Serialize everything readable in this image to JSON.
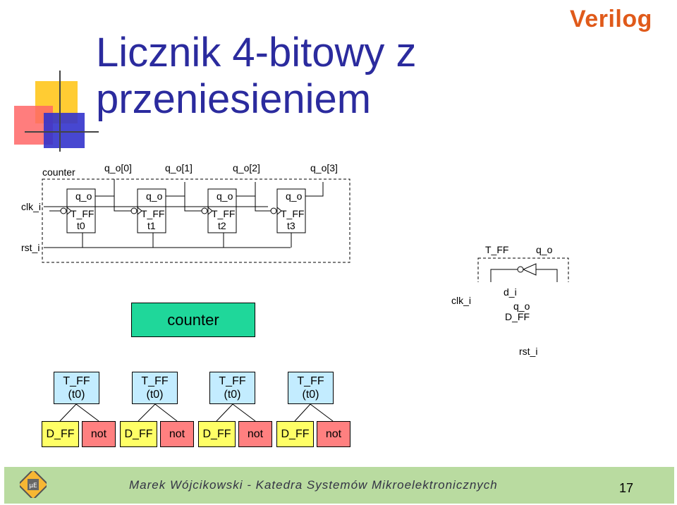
{
  "slide": {
    "title_line1": "Licznik 4-bitowy z",
    "title_line2": "przeniesieniem",
    "brand": "Verilog",
    "footer": "Marek Wójcikowski - Katedra Systemów Mikroelektronicznych",
    "page_number": "17"
  },
  "schematic": {
    "module_label": "counter",
    "outputs": [
      "q_o[0]",
      "q_o[1]",
      "q_o[2]",
      "q_o[3]"
    ],
    "clk": "clk_i",
    "rst": "rst_i",
    "cells": [
      {
        "out": "q_o",
        "type": "T_FF",
        "inst": "t0"
      },
      {
        "out": "q_o",
        "type": "T_FF",
        "inst": "t1"
      },
      {
        "out": "q_o",
        "type": "T_FF",
        "inst": "t2"
      },
      {
        "out": "q_o",
        "type": "T_FF",
        "inst": "t3"
      }
    ]
  },
  "tff_detail": {
    "title": "T_FF",
    "out": "q_o",
    "clk": "clk_i",
    "d_in": "d_i",
    "q_out": "q_o",
    "dff": "D_FF",
    "rst": "rst_i"
  },
  "hierarchy": {
    "root": "counter",
    "children": [
      "T_FF\n(t0)",
      "T_FF\n(t0)",
      "T_FF\n(t0)",
      "T_FF\n(t0)"
    ],
    "child_lines": [
      [
        "T_FF",
        "(t0)"
      ],
      [
        "T_FF",
        "(t0)"
      ],
      [
        "T_FF",
        "(t0)"
      ],
      [
        "T_FF",
        "(t0)"
      ]
    ],
    "leaves": [
      "D_FF",
      "not",
      "D_FF",
      "not",
      "D_FF",
      "not",
      "D_FF",
      "not"
    ]
  },
  "colors": {
    "title": "#2b2b9e",
    "brand": "#e05a1a",
    "root_box": "#1fd79a",
    "child_box": "#c3ecff",
    "dff_box": "#ffff66",
    "not_box": "#ff8080",
    "footer": "#b9dba0"
  }
}
